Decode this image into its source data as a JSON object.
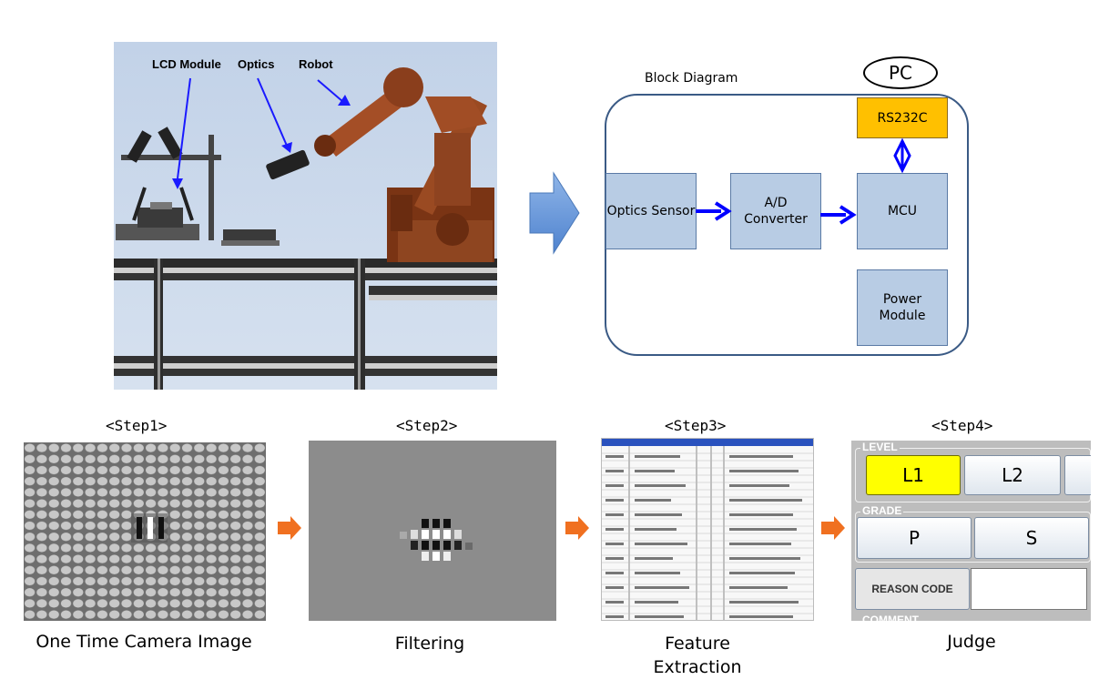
{
  "scene": {
    "labels": [
      "LCD Module",
      "Optics",
      "Robot"
    ]
  },
  "block_diagram": {
    "title": "Block Diagram",
    "pc": "PC",
    "optics_sensor": "Optics Sensor",
    "ad_converter_line1": "A/D",
    "ad_converter_line2": "Converter",
    "mcu": "MCU",
    "rs232c": "RS232C",
    "power_line1": "Power",
    "power_line2": "Module"
  },
  "steps": [
    {
      "title": "<Step1>",
      "caption": "One Time Camera Image"
    },
    {
      "title": "<Step2>",
      "caption": "Filtering"
    },
    {
      "title": "<Step3>",
      "caption_line1": "Feature",
      "caption_line2": "Extraction"
    },
    {
      "title": "<Step4>",
      "caption": "Judge"
    }
  ],
  "judge_panel": {
    "level_label": "LEVEL",
    "level_buttons": [
      "L1",
      "L2"
    ],
    "grade_label": "GRADE",
    "grade_buttons": [
      "P",
      "S"
    ],
    "reason_code_label": "REASON CODE",
    "comment_label": "COMMENT"
  },
  "colors": {
    "flow_arrow": "#5b8fd6",
    "diagram_arrow": "#0000ff",
    "step_arrow": "#f07020",
    "box_fill": "#b8cce4",
    "rs232c_fill": "#ffc000",
    "level_active": "#ffff00"
  }
}
